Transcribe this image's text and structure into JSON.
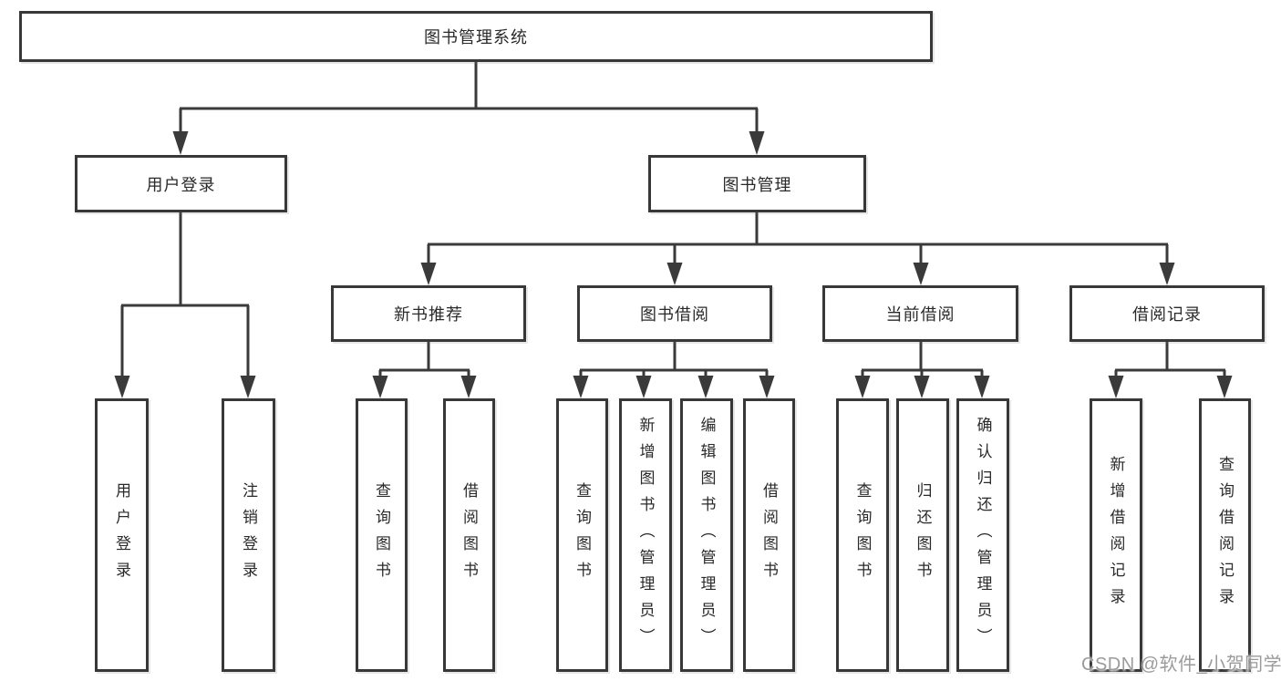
{
  "diagram_type": "hierarchy-tree",
  "colors": {
    "background": "#ffffff",
    "line": "#3a3a3a",
    "box_border": "#383838",
    "text": "#2a2a2a",
    "watermark": "#9b9b9b"
  },
  "tree": {
    "root": {
      "label": "图书管理系统",
      "children": [
        {
          "label": "用户登录",
          "children": [
            {
              "label": "用户登录"
            },
            {
              "label": "注销登录"
            }
          ]
        },
        {
          "label": "图书管理",
          "children": [
            {
              "label": "新书推荐",
              "children": [
                {
                  "label": "查询图书"
                },
                {
                  "label": "借阅图书"
                }
              ]
            },
            {
              "label": "图书借阅",
              "children": [
                {
                  "label": "查询图书"
                },
                {
                  "label": "新增图书（管理员）"
                },
                {
                  "label": "编辑图书（管理员）"
                },
                {
                  "label": "借阅图书"
                }
              ]
            },
            {
              "label": "当前借阅",
              "children": [
                {
                  "label": "查询图书"
                },
                {
                  "label": "归还图书"
                },
                {
                  "label": "确认归还（管理员）"
                }
              ]
            },
            {
              "label": "借阅记录",
              "children": [
                {
                  "label": "新增借阅记录"
                },
                {
                  "label": "查询借阅记录"
                }
              ]
            }
          ]
        }
      ]
    }
  },
  "watermark": {
    "text": "CSDN @软件_小贺同学"
  }
}
